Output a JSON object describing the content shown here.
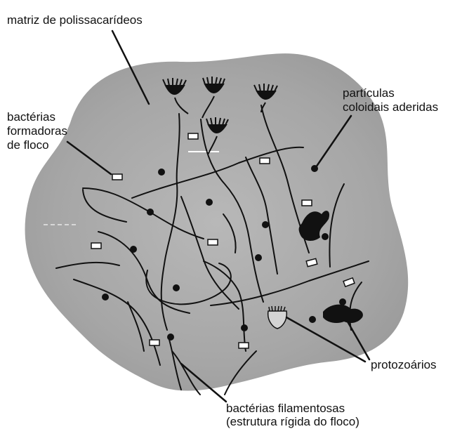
{
  "labels": {
    "matrix": "matriz de polissacarídeos",
    "colloids_line1": "partículas",
    "colloids_line2": "coloidais aderidas",
    "floc_bacteria_line1": "bactérias",
    "floc_bacteria_line2": "formadoras",
    "floc_bacteria_line3": "de floco",
    "protozoa": "protozoários",
    "filamentous_line1": "bactérias filamentosas",
    "filamentous_line2": "(estrutura rígida do floco)"
  },
  "colors": {
    "floc_fill": "#a3a3a3",
    "floc_inner": "#b4b4b4",
    "ink": "#111111",
    "bacteria_fill": "#ffffff"
  }
}
